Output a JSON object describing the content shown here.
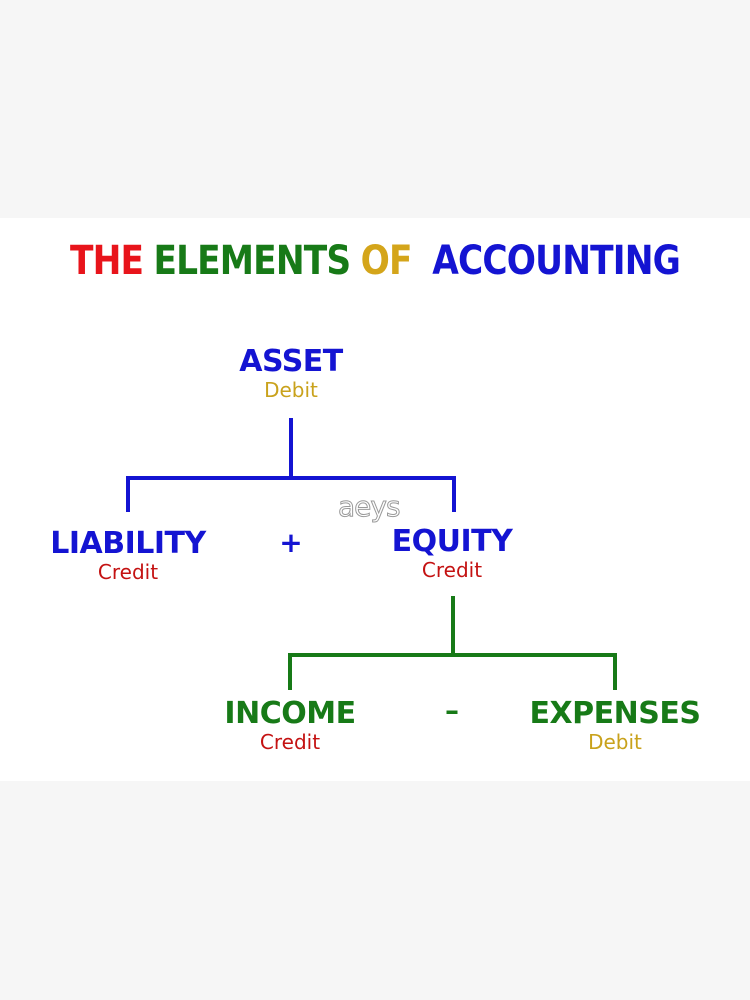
{
  "title": {
    "words": [
      {
        "text": "THE",
        "color": "#e8141b"
      },
      {
        "text": "ELEMENTS",
        "color": "#177a17"
      },
      {
        "text": "OF",
        "color": "#d4a51a"
      },
      {
        "text": "ACCOUNTING",
        "color": "#1414d2"
      }
    ]
  },
  "colors": {
    "blue": "#1414d2",
    "green": "#177a17",
    "credit": "#c41212",
    "debit": "#c9a21c"
  },
  "nodes": {
    "asset": {
      "label": "ASSET",
      "side": "Debit"
    },
    "liability": {
      "label": "LIABILITY",
      "side": "Credit"
    },
    "equity": {
      "label": "EQUITY",
      "side": "Credit"
    },
    "income": {
      "label": "INCOME",
      "side": "Credit"
    },
    "expenses": {
      "label": "EXPENSES",
      "side": "Debit"
    }
  },
  "operators": {
    "plus": "+",
    "minus": "–"
  },
  "watermark": "aeys"
}
